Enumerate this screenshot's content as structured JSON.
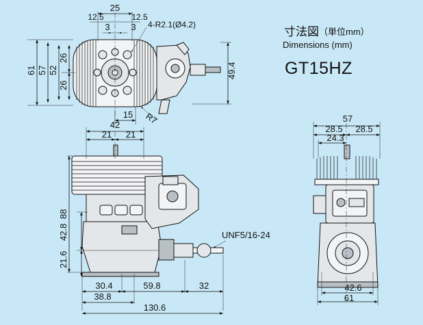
{
  "header": {
    "title_jp": "寸法図",
    "title_unit": "（単位mm）",
    "title_en": "Dimensions (mm)",
    "model": "GT15HZ"
  },
  "top_view": {
    "width_25": "25",
    "d_12_5_left": "12.5",
    "d_12_5_right": "12.5",
    "d_3_left": "3",
    "d_3_right": "3",
    "hole_callout": "4-R2.1(Ø4.2)",
    "height_61": "61",
    "height_57": "57",
    "height_52": "52",
    "d_26_top": "26",
    "d_26_bottom": "26",
    "d_49_4": "49.4",
    "d_15": "15",
    "radius_r7": "R7"
  },
  "front_view": {
    "width_42": "42",
    "d_21_left": "21",
    "d_21_right": "21",
    "height_88": "88",
    "d_42_8": "42.8",
    "d_21_6": "21.6",
    "d_30_4": "30.4",
    "d_59_8": "59.8",
    "d_32": "32",
    "d_38_8": "38.8",
    "d_130_6": "130.6",
    "thread_label": "UNF5/16-24"
  },
  "side_view": {
    "width_57": "57",
    "d_28_5_left": "28.5",
    "d_28_5_right": "28.5",
    "d_24_3": "24.3",
    "d_42_6": "42.6",
    "width_61": "61"
  }
}
